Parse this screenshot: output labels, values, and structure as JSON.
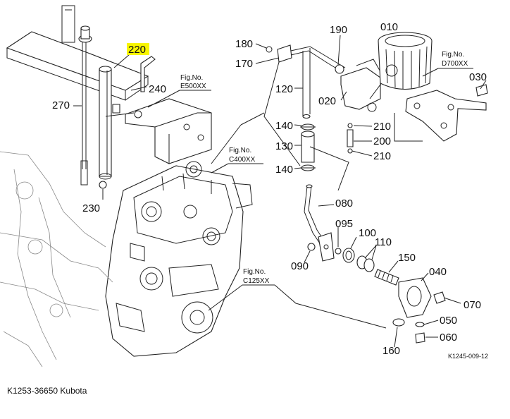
{
  "parts": [
    {
      "id": "p180",
      "label": "180"
    },
    {
      "id": "p190",
      "label": "190"
    },
    {
      "id": "p010",
      "label": "010"
    },
    {
      "id": "p220",
      "label": "220",
      "highlighted": true
    },
    {
      "id": "p170",
      "label": "170"
    },
    {
      "id": "p030",
      "label": "030"
    },
    {
      "id": "p240",
      "label": "240"
    },
    {
      "id": "p120",
      "label": "120"
    },
    {
      "id": "p270",
      "label": "270"
    },
    {
      "id": "p020",
      "label": "020"
    },
    {
      "id": "p140a",
      "label": "140"
    },
    {
      "id": "p210a",
      "label": "210"
    },
    {
      "id": "p130",
      "label": "130"
    },
    {
      "id": "p200",
      "label": "200"
    },
    {
      "id": "p210b",
      "label": "210"
    },
    {
      "id": "p140b",
      "label": "140"
    },
    {
      "id": "p230",
      "label": "230"
    },
    {
      "id": "p080",
      "label": "080"
    },
    {
      "id": "p095",
      "label": "095"
    },
    {
      "id": "p100",
      "label": "100"
    },
    {
      "id": "p110",
      "label": "110"
    },
    {
      "id": "p150",
      "label": "150"
    },
    {
      "id": "p090",
      "label": "090"
    },
    {
      "id": "p040",
      "label": "040"
    },
    {
      "id": "p070",
      "label": "070"
    },
    {
      "id": "p050",
      "label": "050"
    },
    {
      "id": "p060",
      "label": "060"
    },
    {
      "id": "p160",
      "label": "160"
    }
  ],
  "figure_refs": [
    {
      "id": "e500",
      "prefix": "Fig.No.",
      "code": "E500XX"
    },
    {
      "id": "d700",
      "prefix": "Fig.No.",
      "code": "D700XX"
    },
    {
      "id": "c400",
      "prefix": "Fig.No.",
      "code": "C400XX"
    },
    {
      "id": "c125",
      "prefix": "Fig.No.",
      "code": "C125XX"
    }
  ],
  "drawing_code": "K1245-009-12",
  "caption": "K1253-36650 Kubota",
  "colors": {
    "highlight": "#f7f500",
    "line": "#222222"
  }
}
